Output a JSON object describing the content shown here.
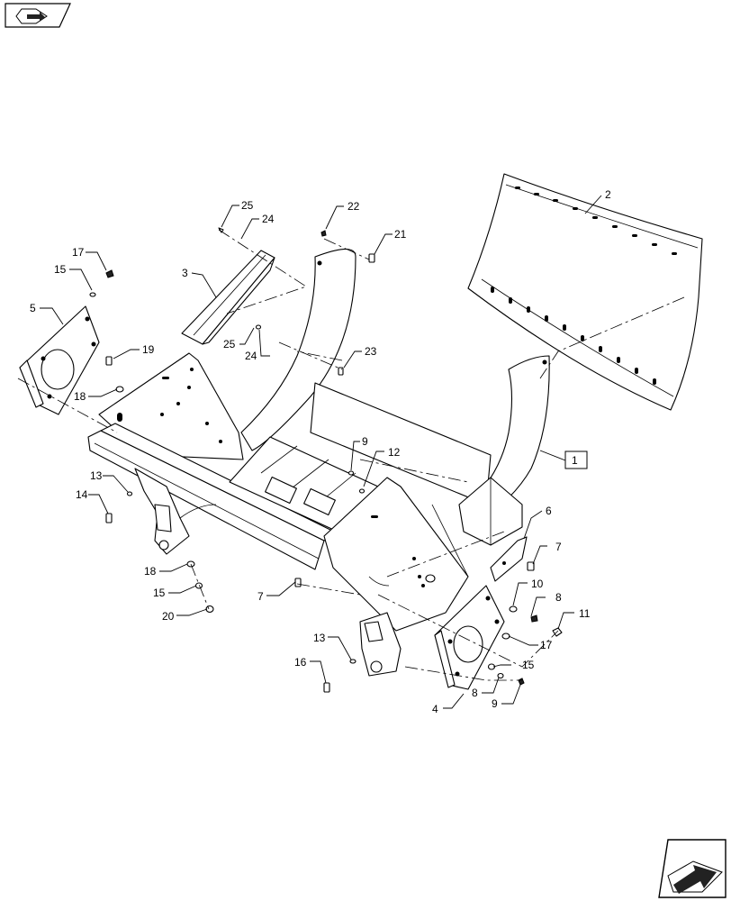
{
  "navigation": {
    "top_icon": "previous-page-icon",
    "bottom_icon": "next-page-icon"
  },
  "callouts": [
    {
      "id": "c1",
      "label": "1",
      "boxed": true
    },
    {
      "id": "c2",
      "label": "2"
    },
    {
      "id": "c3",
      "label": "3"
    },
    {
      "id": "c4",
      "label": "4"
    },
    {
      "id": "c5",
      "label": "5"
    },
    {
      "id": "c6",
      "label": "6"
    },
    {
      "id": "c7a",
      "label": "7"
    },
    {
      "id": "c7b",
      "label": "7"
    },
    {
      "id": "c8a",
      "label": "8"
    },
    {
      "id": "c8b",
      "label": "8"
    },
    {
      "id": "c9a",
      "label": "9"
    },
    {
      "id": "c9b",
      "label": "9"
    },
    {
      "id": "c10",
      "label": "10"
    },
    {
      "id": "c11",
      "label": "11"
    },
    {
      "id": "c12",
      "label": "12"
    },
    {
      "id": "c13a",
      "label": "13"
    },
    {
      "id": "c13b",
      "label": "13"
    },
    {
      "id": "c14",
      "label": "14"
    },
    {
      "id": "c15a",
      "label": "15"
    },
    {
      "id": "c15b",
      "label": "15"
    },
    {
      "id": "c15c",
      "label": "15"
    },
    {
      "id": "c16",
      "label": "16"
    },
    {
      "id": "c17a",
      "label": "17"
    },
    {
      "id": "c17b",
      "label": "17"
    },
    {
      "id": "c18a",
      "label": "18"
    },
    {
      "id": "c18b",
      "label": "18"
    },
    {
      "id": "c19",
      "label": "19"
    },
    {
      "id": "c20",
      "label": "20"
    },
    {
      "id": "c21",
      "label": "21"
    },
    {
      "id": "c22",
      "label": "22"
    },
    {
      "id": "c23",
      "label": "23"
    },
    {
      "id": "c24a",
      "label": "24"
    },
    {
      "id": "c24b",
      "label": "24"
    },
    {
      "id": "c25a",
      "label": "25"
    },
    {
      "id": "c25b",
      "label": "25"
    }
  ]
}
